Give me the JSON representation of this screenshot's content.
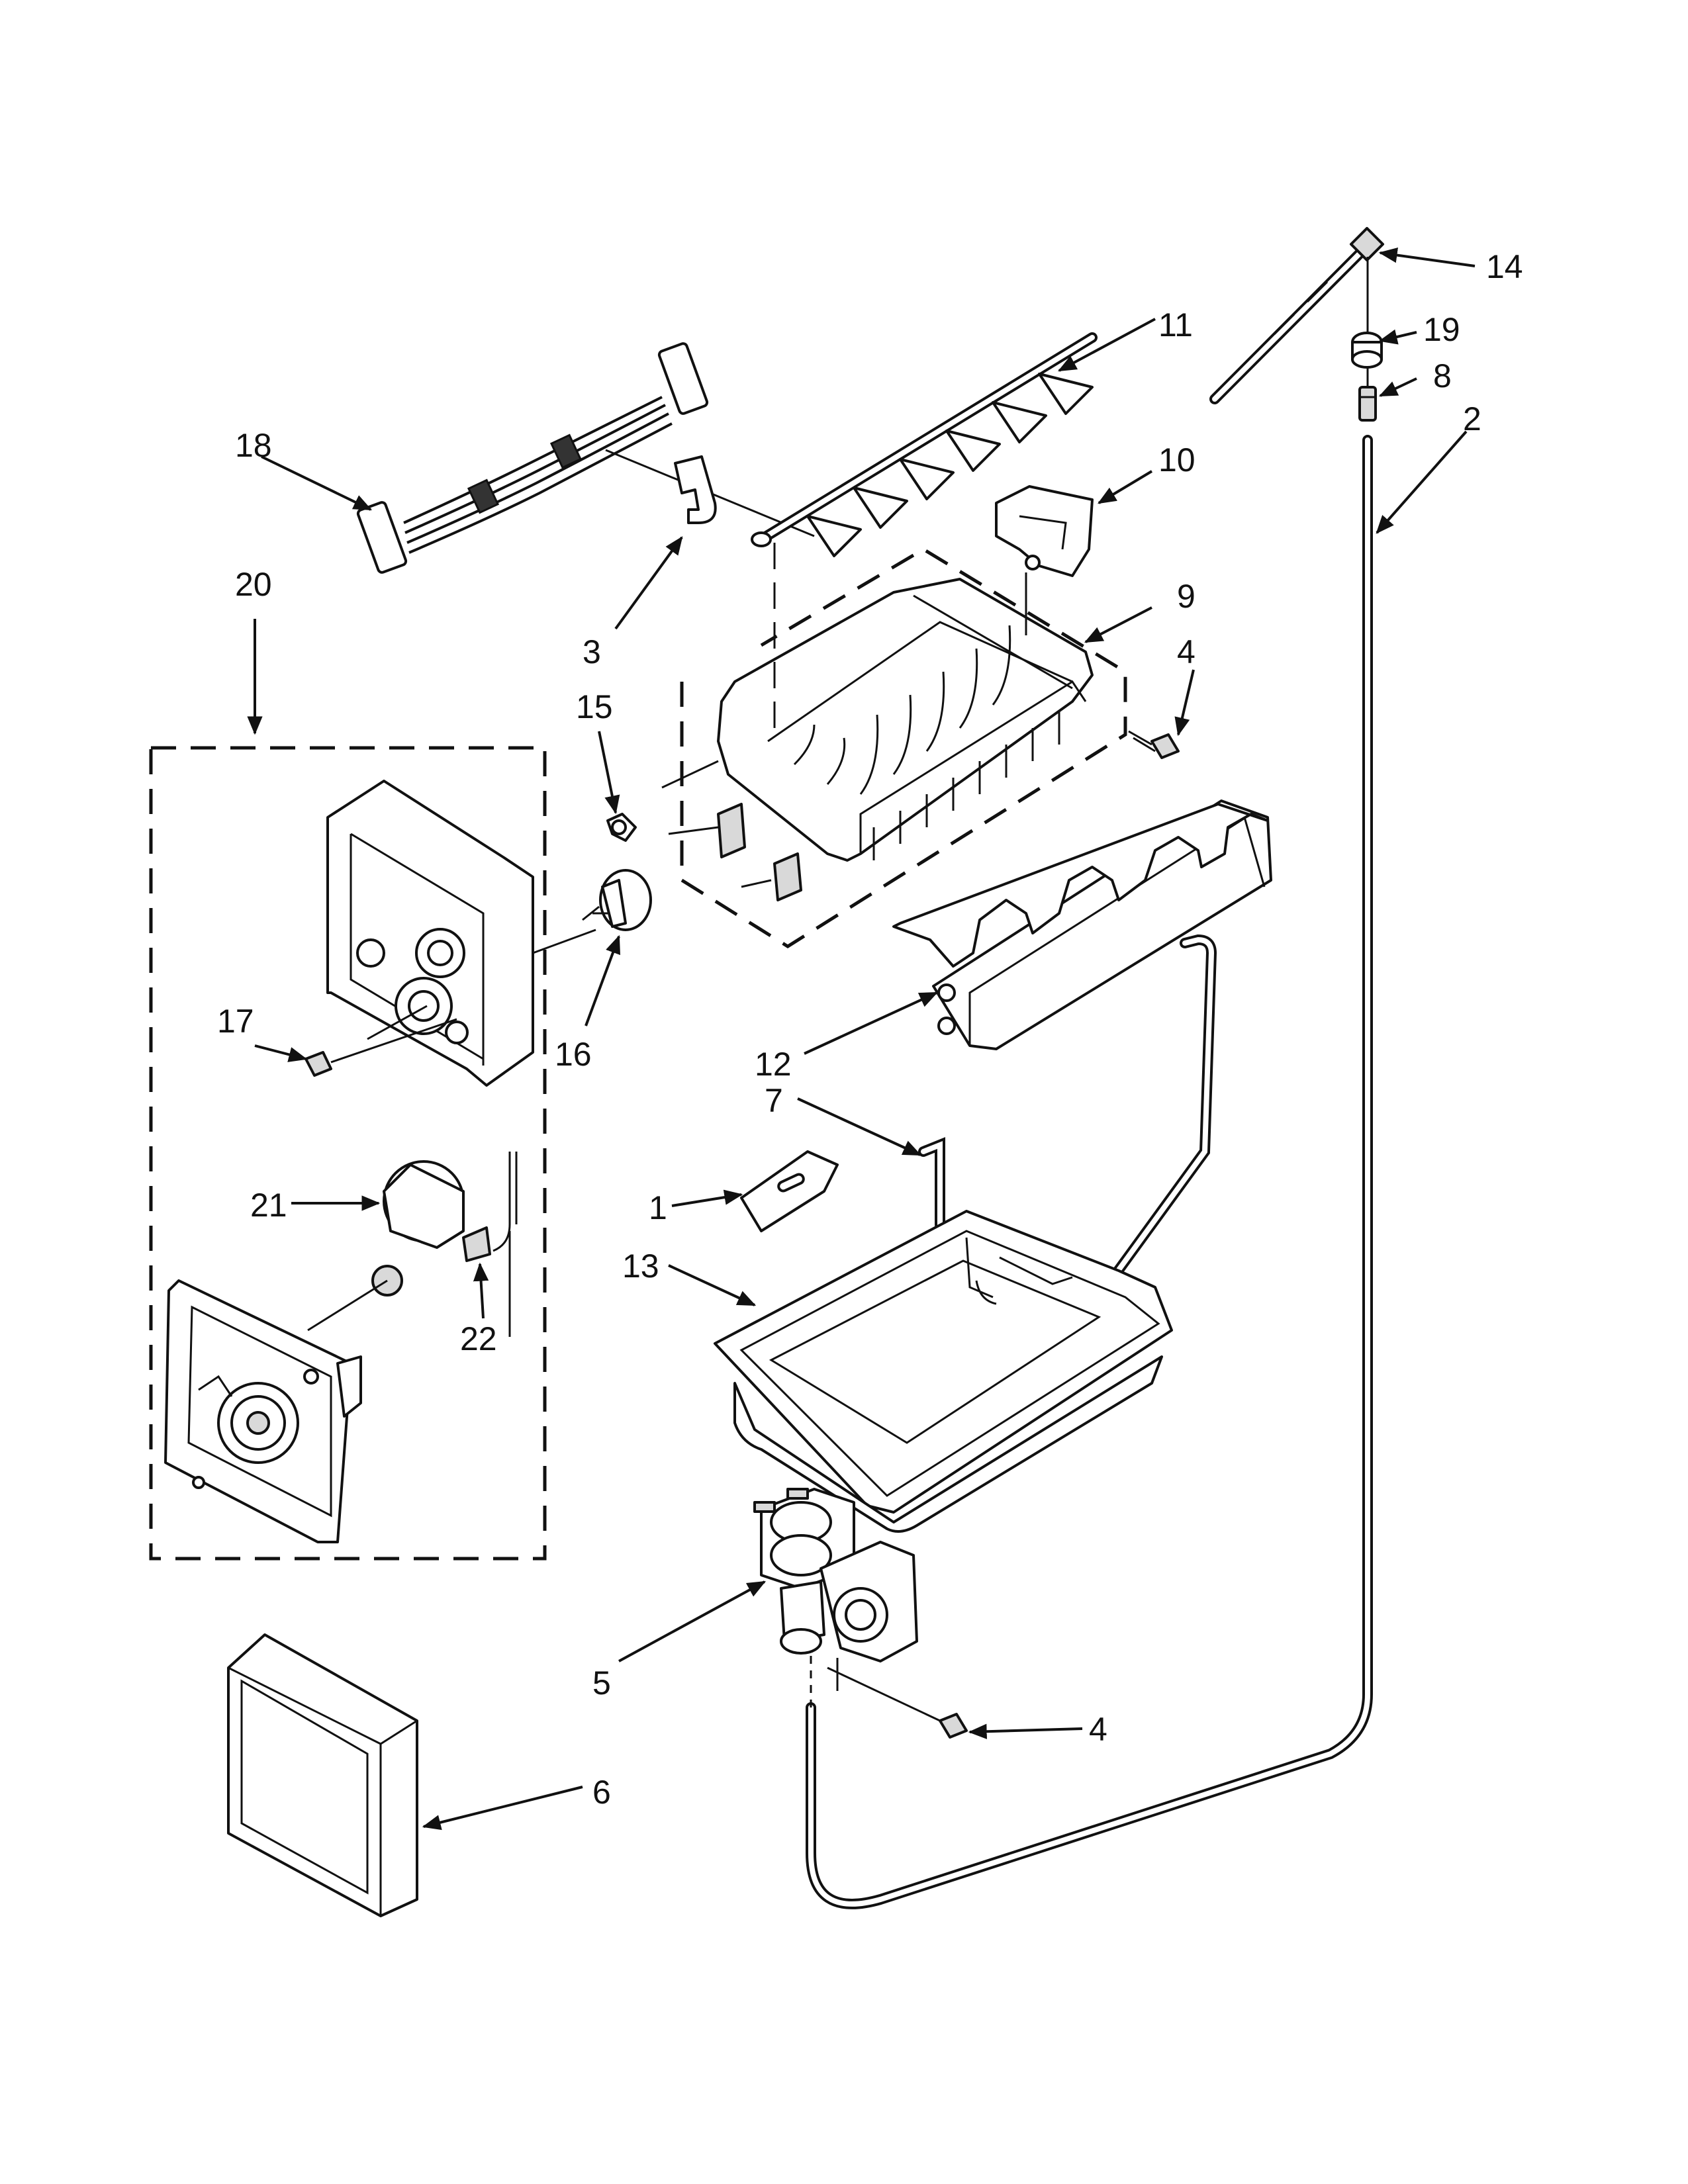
{
  "callouts": [
    {
      "id": "c1",
      "label": "1"
    },
    {
      "id": "c2",
      "label": "2"
    },
    {
      "id": "c3",
      "label": "3"
    },
    {
      "id": "c4a",
      "label": "4"
    },
    {
      "id": "c4b",
      "label": "4"
    },
    {
      "id": "c5",
      "label": "5"
    },
    {
      "id": "c6",
      "label": "6"
    },
    {
      "id": "c7",
      "label": "7"
    },
    {
      "id": "c8",
      "label": "8"
    },
    {
      "id": "c9",
      "label": "9"
    },
    {
      "id": "c10",
      "label": "10"
    },
    {
      "id": "c11",
      "label": "11"
    },
    {
      "id": "c12",
      "label": "12"
    },
    {
      "id": "c13",
      "label": "13"
    },
    {
      "id": "c14",
      "label": "14"
    },
    {
      "id": "c15",
      "label": "15"
    },
    {
      "id": "c16",
      "label": "16"
    },
    {
      "id": "c17",
      "label": "17"
    },
    {
      "id": "c18",
      "label": "18"
    },
    {
      "id": "c19",
      "label": "19"
    },
    {
      "id": "c20",
      "label": "20"
    },
    {
      "id": "c21",
      "label": "21"
    },
    {
      "id": "c22",
      "label": "22"
    }
  ]
}
